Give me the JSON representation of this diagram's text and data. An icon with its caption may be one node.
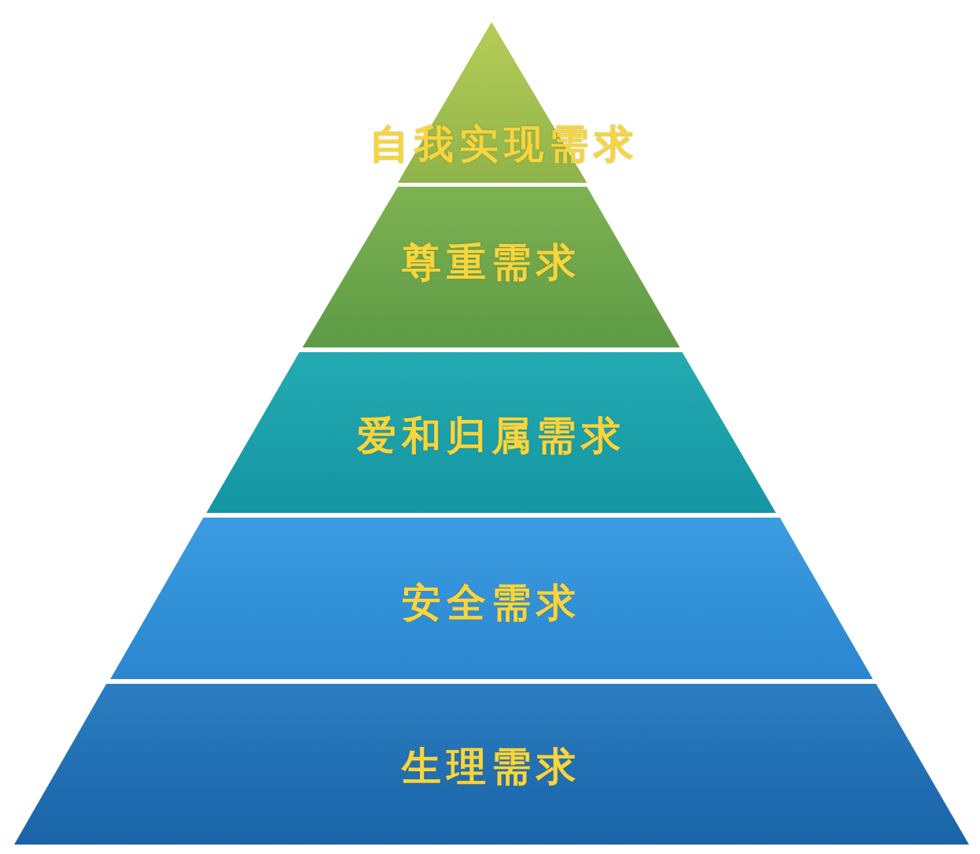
{
  "diagram": {
    "nodes": [
      {
        "text": [
          "自我实现需求"
        ]
      },
      {
        "text": [
          "尊重需求"
        ]
      },
      {
        "text": [
          "爱和归属需求"
        ]
      },
      {
        "text": [
          "安全需求"
        ]
      },
      {
        "text": [
          "生理需求"
        ]
      }
    ]
  }
}
